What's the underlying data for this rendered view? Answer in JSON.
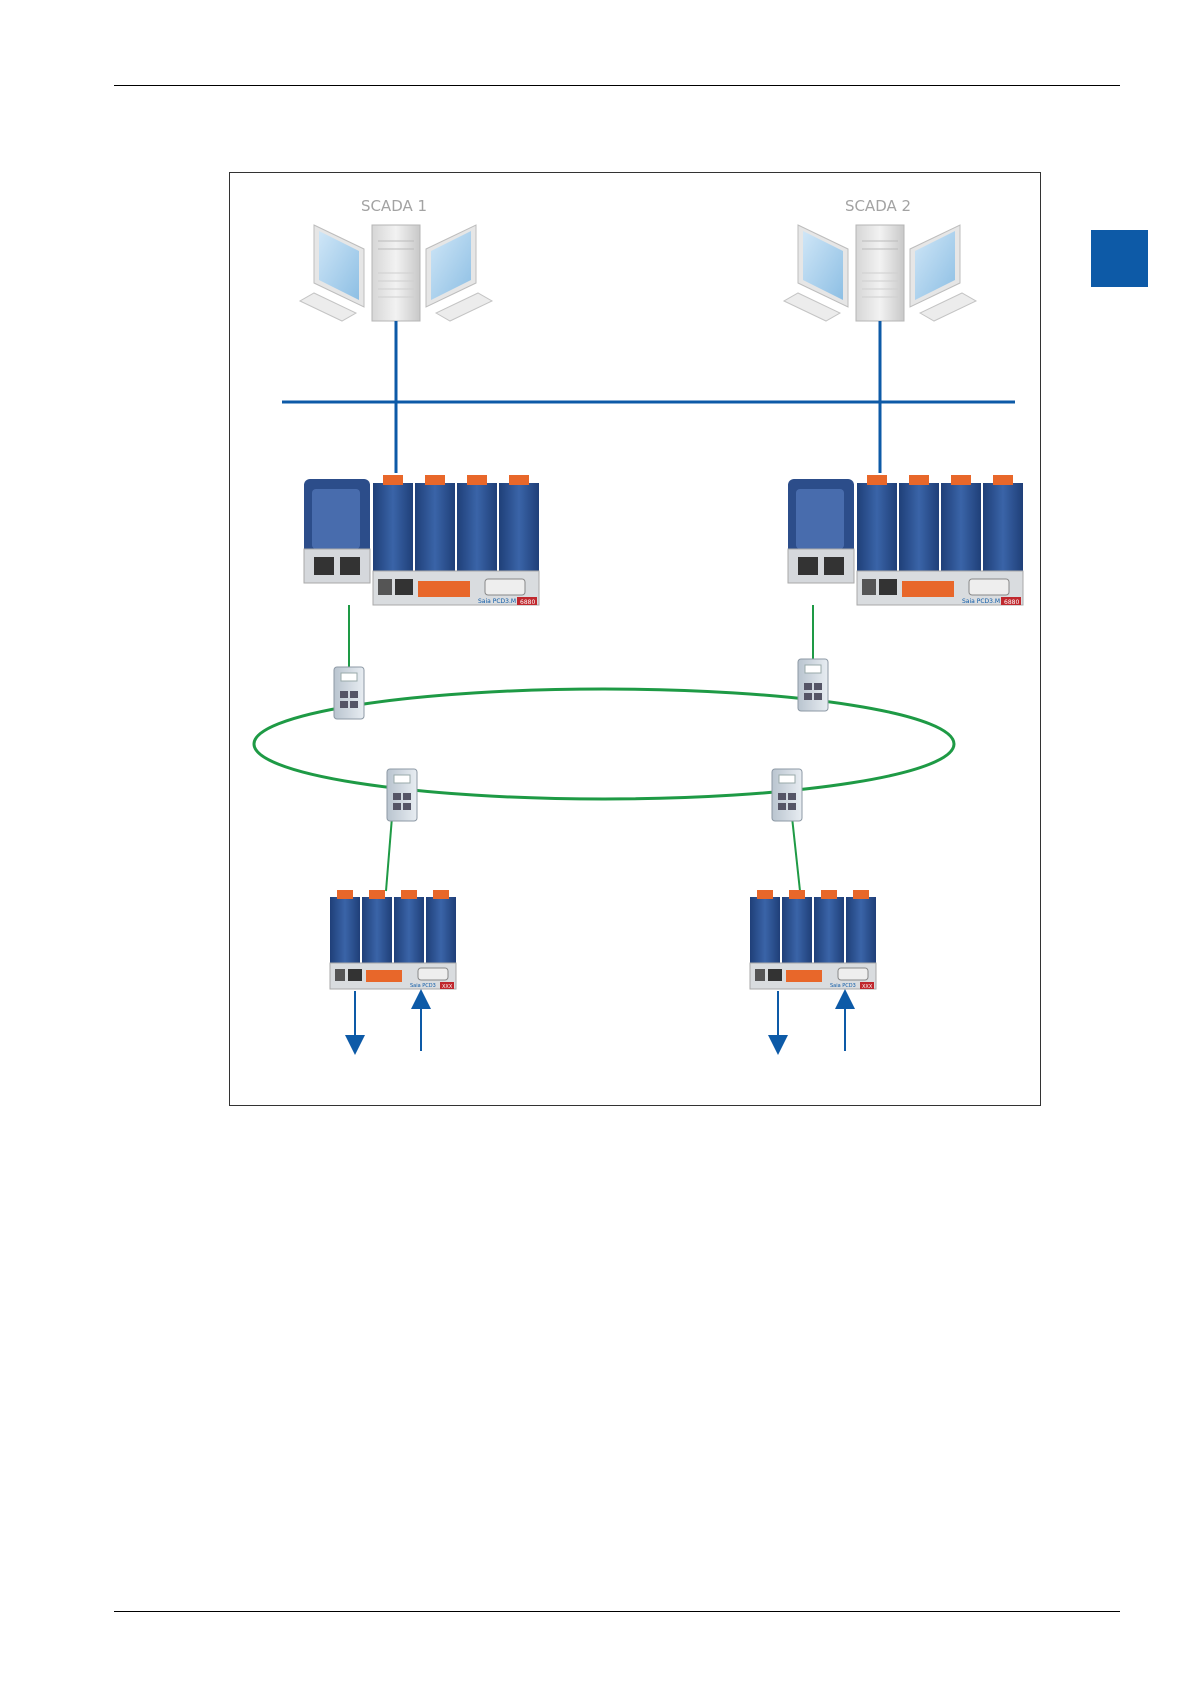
{
  "diagram": {
    "scada_stations": [
      {
        "label": "SCADA 1"
      },
      {
        "label": "SCADA 2"
      }
    ],
    "controller_brand_text": "Saia PCD3.M",
    "controller_model_badge": "6880",
    "io_station_brand_text": "Saia PCD3",
    "io_station_model_badge": "XXX",
    "colors": {
      "bus": "#0d5aa7",
      "ring": "#1e9a45",
      "module_blue": "#2a4f8e",
      "module_orange": "#e8672a",
      "tab": "#0d5aa7"
    }
  }
}
